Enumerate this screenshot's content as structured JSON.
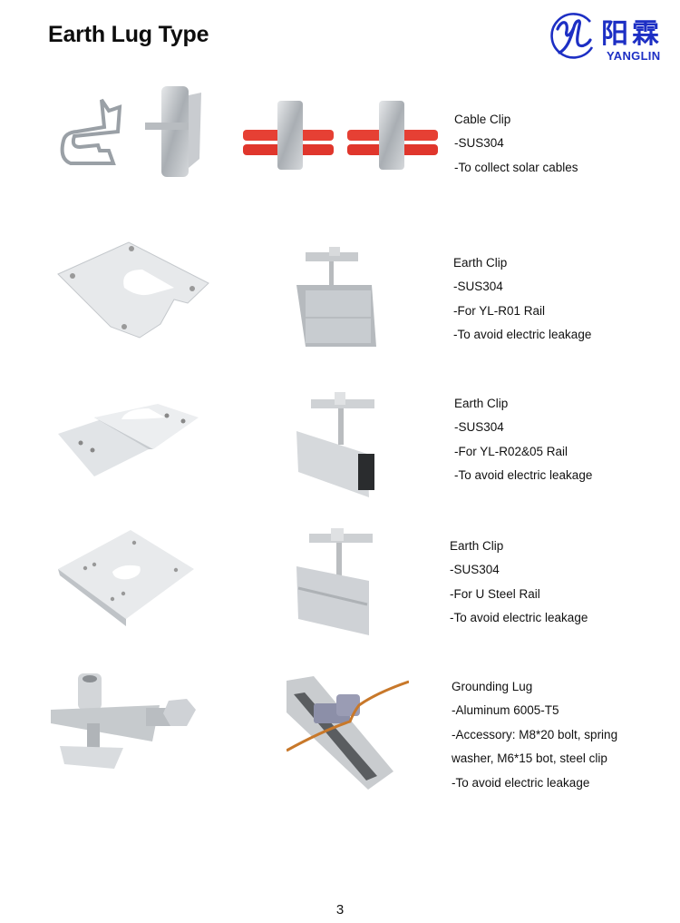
{
  "page": {
    "title": "Earth Lug Type",
    "page_number": "3"
  },
  "logo": {
    "monogram": "YL",
    "chinese_name": "阳霖",
    "english_name": "YANGLIN",
    "brand_color": "#1d2fc4"
  },
  "products": [
    {
      "name": "Cable Clip",
      "lines": [
        "Cable Clip",
        "-SUS304",
        "-To collect solar cables"
      ],
      "images": [
        "stainless-cable-clip-pair",
        "cable-clip-on-red-cables-pair"
      ]
    },
    {
      "name": "Earth Clip",
      "lines": [
        "Earth Clip",
        "-SUS304",
        "-For YL-R01 Rail",
        "-To avoid electric leakage"
      ],
      "images": [
        "u-slot-earth-plate",
        "earth-clip-mounted-on-rail"
      ]
    },
    {
      "name": "Earth Clip",
      "lines": [
        "Earth Clip",
        "-SUS304",
        "-For YL-R02&05 Rail",
        "-To avoid electric leakage"
      ],
      "images": [
        "z-bent-earth-plate",
        "earth-clip-mounted-on-rail"
      ]
    },
    {
      "name": "Earth Clip",
      "lines": [
        "Earth Clip",
        "-SUS304",
        "-For U Steel Rail",
        "-To avoid electric leakage"
      ],
      "images": [
        "perforated-earth-plate",
        "earth-clip-mounted-on-u-steel-rail"
      ]
    },
    {
      "name": "Grounding Lug",
      "lines": [
        "Grounding Lug",
        "-Aluminum 6005-T5",
        "-Accessory: M8*20 bolt, spring",
        "washer, M6*15 bot, steel clip",
        "-To avoid electric leakage"
      ],
      "images": [
        "grounding-lug-with-bolts",
        "grounding-lug-on-rail-with-copper-wire"
      ]
    }
  ]
}
